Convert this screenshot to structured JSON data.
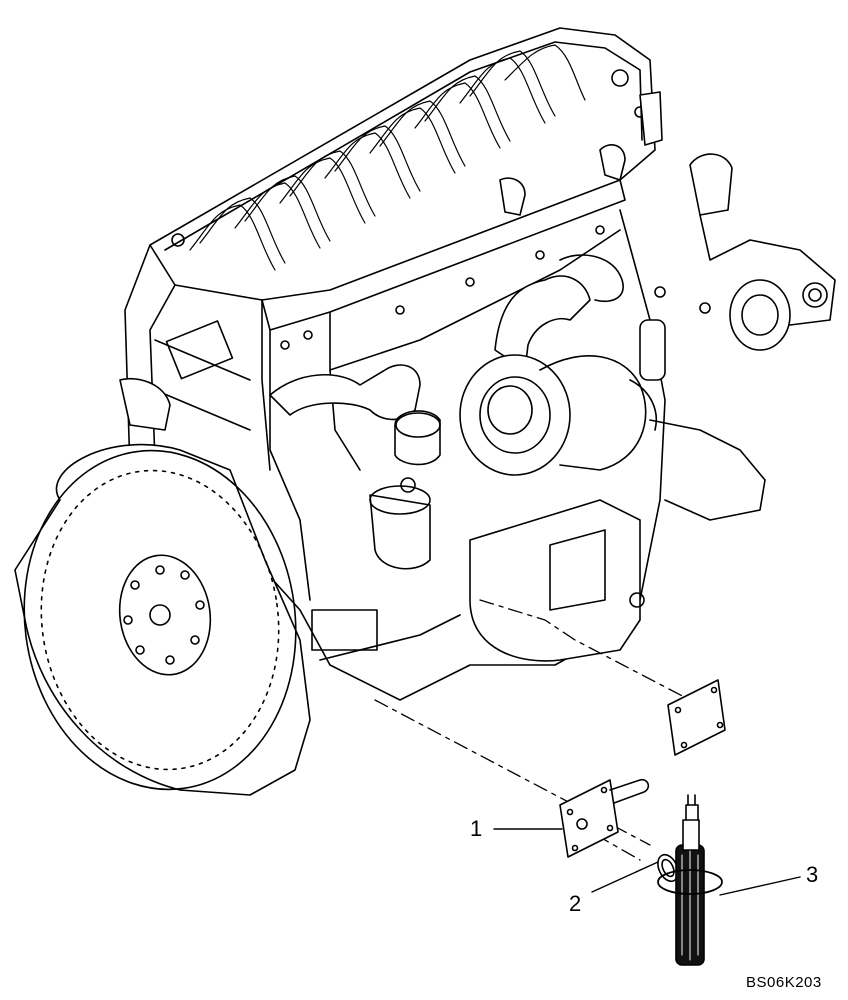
{
  "callouts": [
    {
      "number": "1"
    },
    {
      "number": "2"
    },
    {
      "number": "3"
    }
  ],
  "reference_code": "BS06K203",
  "colors": {
    "line": "#000000",
    "background": "#ffffff"
  }
}
